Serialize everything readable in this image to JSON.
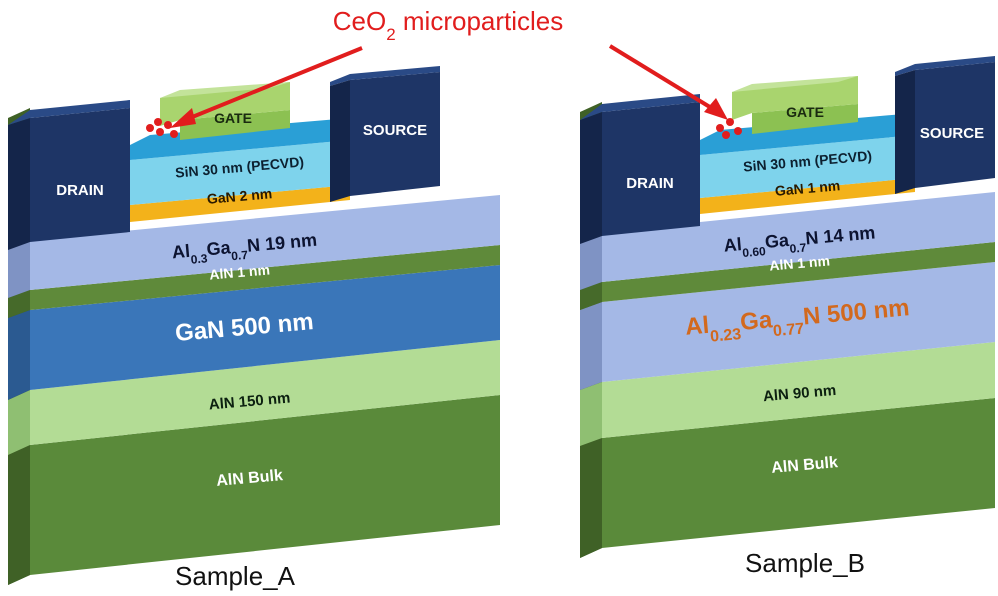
{
  "annotation": {
    "label": "CeO",
    "sub": "2",
    "label_rest": " microparticles",
    "color": "#e11d1d"
  },
  "samples": [
    {
      "caption": "Sample_A",
      "drain": "DRAIN",
      "source": "SOURCE",
      "gate": "GATE",
      "sin": "SiN 30 nm (PECVD)",
      "cap": "GaN 2 nm",
      "barrier": [
        {
          "t": "Al"
        },
        {
          "t": "0.3",
          "sub": true
        },
        {
          "t": "Ga"
        },
        {
          "t": "0.7",
          "sub": true
        },
        {
          "t": "N 19 nm"
        }
      ],
      "interlayer": "AlN 1 nm",
      "channel": [
        {
          "t": "GaN 500 nm"
        }
      ],
      "buffer": "AlN 150 nm",
      "bulk": "AlN Bulk"
    },
    {
      "caption": "Sample_B",
      "drain": "DRAIN",
      "source": "SOURCE",
      "gate": "GATE",
      "sin": "SiN 30 nm (PECVD)",
      "cap": "GaN 1 nm",
      "barrier": [
        {
          "t": "Al"
        },
        {
          "t": "0.60",
          "sub": true
        },
        {
          "t": "Ga"
        },
        {
          "t": "0.7",
          "sub": true
        },
        {
          "t": "N 14 nm"
        }
      ],
      "interlayer": "AlN 1 nm",
      "channel": [
        {
          "t": "Al"
        },
        {
          "t": "0.23",
          "sub": true
        },
        {
          "t": "Ga"
        },
        {
          "t": "0.77",
          "sub": true
        },
        {
          "t": "N 500 nm"
        }
      ],
      "buffer": "AlN 90 nm",
      "bulk": "AlN Bulk"
    }
  ],
  "colors": {
    "metal": "#1e3566",
    "metal_side": "#14254a",
    "gate": "#8cc152",
    "gate_top": "#a9d46e",
    "sin": "#7ed3ec",
    "sin_top": "#2a9fd6",
    "cap": "#f3b21a",
    "barrier": "#a4b8e6",
    "interlayer": "#5f8a3a",
    "channel_a": "#3a76b9",
    "channel_b": "#a4b8e6",
    "buffer": "#b3dc95",
    "bulk": "#5a8a3a",
    "channel_text_b": "#d2691e"
  }
}
